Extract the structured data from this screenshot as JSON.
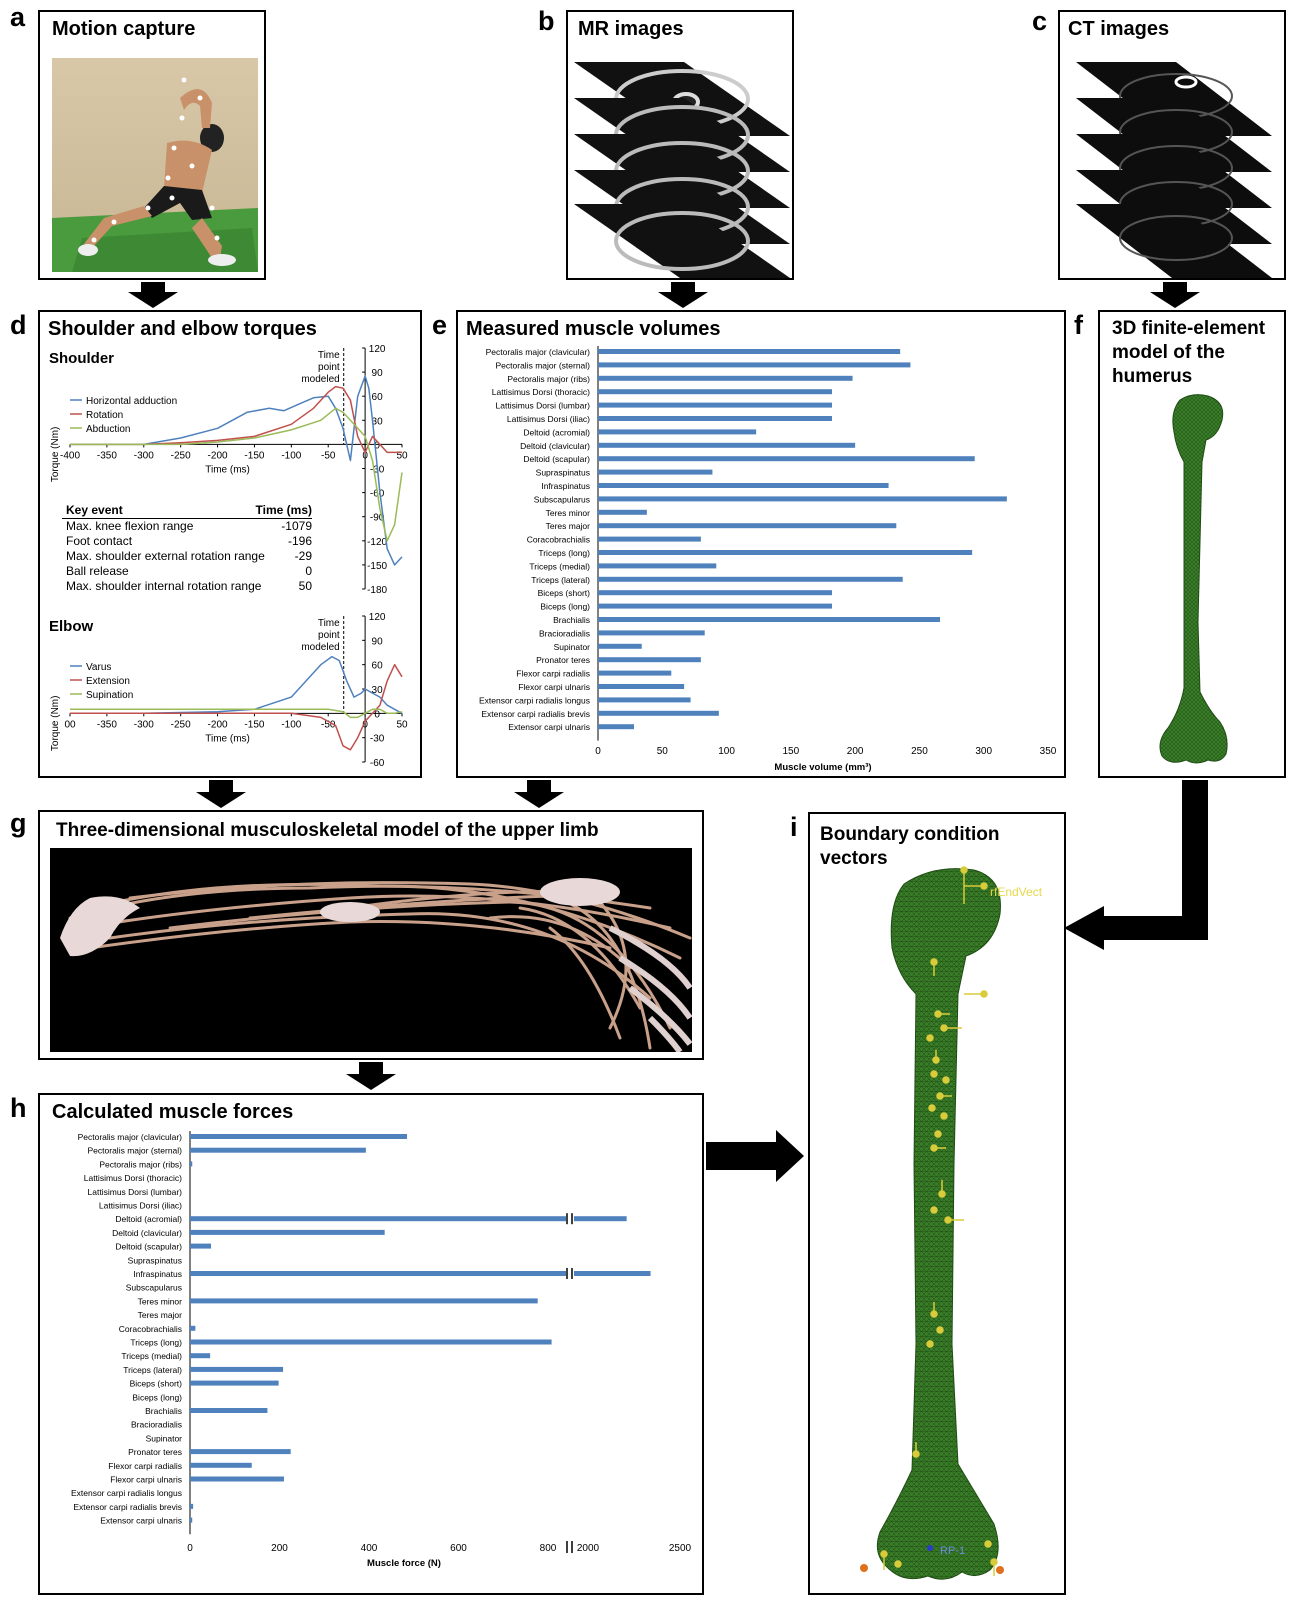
{
  "panels": {
    "a": {
      "letter": "a",
      "title": "Motion capture"
    },
    "b": {
      "letter": "b",
      "title": "MR images"
    },
    "c": {
      "letter": "c",
      "title": "CT images"
    },
    "d": {
      "letter": "d",
      "title": "Shoulder and elbow torques",
      "shoulder_label": "Shoulder",
      "elbow_label": "Elbow",
      "time_point_label": [
        "Time",
        "point",
        "modeled"
      ]
    },
    "e": {
      "letter": "e",
      "title": "Measured muscle volumes"
    },
    "f": {
      "letter": "f",
      "title_lines": [
        "3D finite-element",
        "model of the",
        "humerus"
      ]
    },
    "g": {
      "letter": "g",
      "title": "Three-dimensional musculoskeletal model of the upper limb"
    },
    "h": {
      "letter": "h",
      "title": "Calculated muscle forces"
    },
    "i": {
      "letter": "i",
      "title_lines": [
        "Boundary condition",
        "vectors"
      ],
      "labels": [
        "rfEndVect",
        "RP-1"
      ]
    }
  },
  "key_events": {
    "header": [
      "Key event",
      "Time (ms)"
    ],
    "rows": [
      [
        "Max. knee flexion range",
        "-1079"
      ],
      [
        "Foot contact",
        "-196"
      ],
      [
        "Max. shoulder external rotation range",
        "-29"
      ],
      [
        "Ball release",
        "0"
      ],
      [
        "Max. shoulder internal rotation range",
        "50"
      ]
    ]
  },
  "colors": {
    "blue": "#4f81bd",
    "red": "#c0504d",
    "green": "#9bbb59",
    "bone": "#2e6b1f"
  },
  "chart_data": [
    {
      "id": "shoulder",
      "type": "line",
      "xlabel": "Time (ms)",
      "ylabel": "Torque (Nm)",
      "xlim": [
        -400,
        50
      ],
      "ylim": [
        -180,
        120
      ],
      "xticks": [
        "-400",
        "-350",
        "-300",
        "-250",
        "-200",
        "-150",
        "-100",
        "-50",
        "0",
        "50"
      ],
      "yticks": [
        "120",
        "90",
        "60",
        "30",
        "0",
        "-30",
        "-60",
        "-90",
        "-120",
        "-150",
        "-180"
      ],
      "series": [
        {
          "name": "Horizontal adduction",
          "color": "#4f81bd",
          "x": [
            -400,
            -350,
            -300,
            -250,
            -200,
            -160,
            -130,
            -110,
            -90,
            -70,
            -50,
            -40,
            -30,
            -20,
            -10,
            0,
            5,
            10,
            20,
            30,
            40,
            50
          ],
          "y": [
            0,
            0,
            0,
            8,
            20,
            40,
            45,
            42,
            50,
            58,
            60,
            45,
            20,
            -20,
            60,
            85,
            70,
            30,
            -60,
            -130,
            -150,
            -140
          ]
        },
        {
          "name": "Rotation",
          "color": "#c0504d",
          "x": [
            -400,
            -300,
            -250,
            -200,
            -150,
            -100,
            -70,
            -50,
            -40,
            -30,
            -20,
            -10,
            0,
            10,
            20,
            30,
            40,
            50
          ],
          "y": [
            0,
            0,
            2,
            5,
            10,
            25,
            45,
            65,
            72,
            70,
            55,
            10,
            -10,
            10,
            0,
            -10,
            -10,
            -10
          ]
        },
        {
          "name": "Abduction",
          "color": "#9bbb59",
          "x": [
            -400,
            -300,
            -250,
            -200,
            -150,
            -100,
            -60,
            -40,
            -30,
            -20,
            -10,
            0,
            10,
            20,
            30,
            40,
            50
          ],
          "y": [
            0,
            0,
            0,
            3,
            8,
            18,
            30,
            45,
            40,
            30,
            20,
            10,
            -20,
            -80,
            -120,
            -100,
            -35
          ]
        }
      ]
    },
    {
      "id": "elbow",
      "type": "line",
      "xlabel": "Time (ms)",
      "ylabel": "Torque (Nm)",
      "xlim": [
        -400,
        50
      ],
      "ylim": [
        -60,
        120
      ],
      "xticks": [
        "00",
        "-350",
        "-300",
        "-250",
        "-200",
        "-150",
        "-100",
        "-50",
        "0",
        "50"
      ],
      "yticks": [
        "120",
        "90",
        "60",
        "30",
        "0",
        "-30",
        "-60"
      ],
      "series": [
        {
          "name": "Varus",
          "color": "#4f81bd",
          "x": [
            -400,
            -300,
            -200,
            -150,
            -100,
            -80,
            -60,
            -45,
            -35,
            -25,
            -15,
            -5,
            0,
            10,
            20,
            30,
            40,
            50
          ],
          "y": [
            0,
            0,
            2,
            5,
            20,
            40,
            60,
            70,
            65,
            40,
            20,
            25,
            30,
            25,
            20,
            10,
            5,
            0
          ]
        },
        {
          "name": "Extension",
          "color": "#c0504d",
          "x": [
            -400,
            -300,
            -200,
            -100,
            -60,
            -40,
            -30,
            -20,
            -10,
            0,
            10,
            20,
            30,
            40,
            50
          ],
          "y": [
            0,
            0,
            0,
            0,
            -5,
            -15,
            -40,
            -45,
            -30,
            -10,
            0,
            10,
            40,
            60,
            45
          ]
        },
        {
          "name": "Supination",
          "color": "#9bbb59",
          "x": [
            -400,
            -300,
            -200,
            -100,
            -50,
            -30,
            -20,
            -10,
            0,
            10,
            20,
            30,
            40,
            50
          ],
          "y": [
            5,
            5,
            5,
            5,
            5,
            2,
            -5,
            -5,
            0,
            5,
            5,
            0,
            0,
            2
          ]
        }
      ]
    },
    {
      "id": "volumes",
      "type": "bar",
      "orientation": "horizontal",
      "xlabel": "Muscle volume (mm³)",
      "xlim": [
        0,
        350
      ],
      "xticks": [
        "0",
        "50",
        "100",
        "150",
        "200",
        "250",
        "300",
        "350"
      ],
      "categories": [
        "Pectoralis major (clavicular)",
        "Pectoralis major (sternal)",
        "Pectoralis major (ribs)",
        "Lattisimus Dorsi (thoracic)",
        "Lattisimus Dorsi (lumbar)",
        "Lattisimus Dorsi (iliac)",
        "Deltoid (acromial)",
        "Deltoid (clavicular)",
        "Deltoid (scapular)",
        "Supraspinatus",
        "Infraspinatus",
        "Subscapularus",
        "Teres minor",
        "Teres major",
        "Coracobrachialis",
        "Triceps (long)",
        "Triceps (medial)",
        "Triceps (lateral)",
        "Biceps (short)",
        "Biceps (long)",
        "Brachialis",
        "Bracioradialis",
        "Supinator",
        "Pronator teres",
        "Flexor carpi radialis",
        "Flexor carpi ulnaris",
        "Extensor carpi radialis longus",
        "Extensor carpi radialis brevis",
        "Extensor carpi ulnaris"
      ],
      "values": [
        235,
        243,
        198,
        182,
        182,
        182,
        123,
        200,
        293,
        89,
        226,
        318,
        38,
        232,
        80,
        291,
        92,
        237,
        182,
        182,
        266,
        83,
        34,
        80,
        57,
        67,
        72,
        94,
        28
      ]
    },
    {
      "id": "forces",
      "type": "bar",
      "orientation": "horizontal",
      "xlabel": "Muscle force (N)",
      "axis_break": [
        820,
        1900
      ],
      "xticks": [
        "0",
        "200",
        "400",
        "600",
        "800",
        "2000",
        "2500"
      ],
      "categories": [
        "Pectoralis major (clavicular)",
        "Pectoralis major (sternal)",
        "Pectoralis major (ribs)",
        "Lattisimus Dorsi (thoracic)",
        "Lattisimus Dorsi (lumbar)",
        "Lattisimus Dorsi (iliac)",
        "Deltoid (acromial)",
        "Deltoid (clavicular)",
        "Deltoid (scapular)",
        "Supraspinatus",
        "Infraspinatus",
        "Subscapularus",
        "Teres minor",
        "Teres major",
        "Coracobrachialis",
        "Triceps (long)",
        "Triceps (medial)",
        "Triceps (lateral)",
        "Biceps (short)",
        "Biceps (long)",
        "Brachialis",
        "Bracioradialis",
        "Supinator",
        "Pronator teres",
        "Flexor carpi radialis",
        "Flexor carpi ulnaris",
        "Extensor carpi radialis longus",
        "Extensor carpi radialis brevis",
        "Extensor carpi ulnaris"
      ],
      "values": [
        485,
        393,
        5,
        0,
        0,
        0,
        2210,
        435,
        47,
        0,
        2340,
        0,
        777,
        0,
        12,
        808,
        45,
        208,
        198,
        0,
        173,
        0,
        0,
        225,
        138,
        210,
        0,
        7,
        5
      ]
    }
  ]
}
